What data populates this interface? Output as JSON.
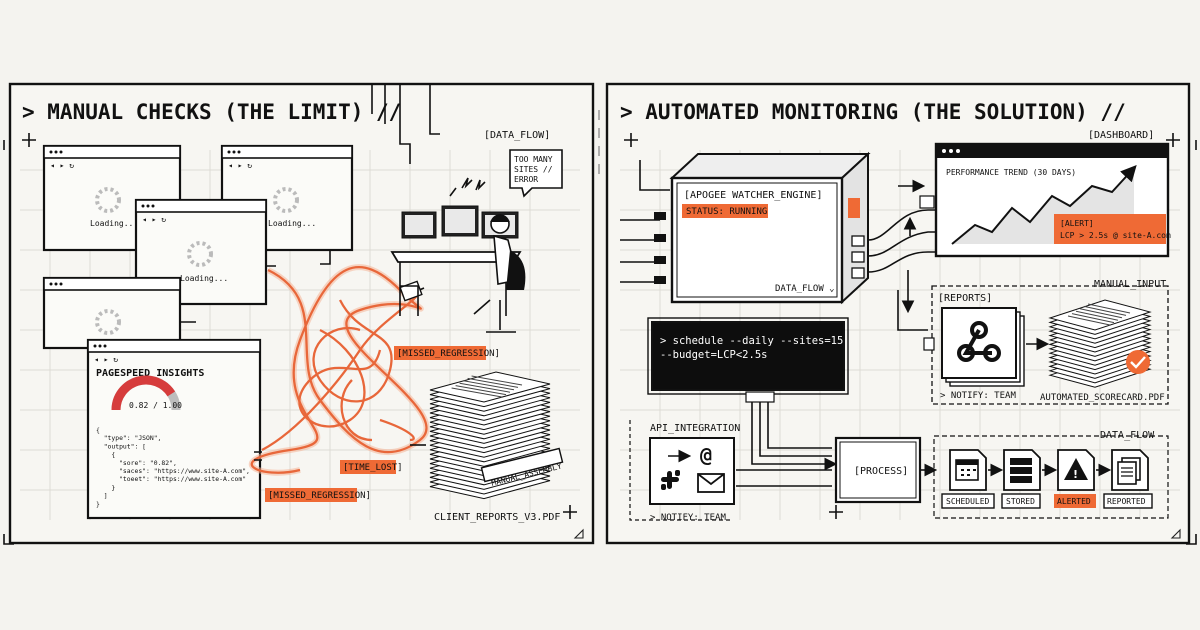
{
  "left_panel": {
    "title": "> MANUAL CHECKS (THE LIMIT) //",
    "data_flow_tag": "[DATA_FLOW]",
    "loading_text": "Loading...",
    "error_bubble": [
      "TOO MANY",
      "SITES //",
      "ERROR"
    ],
    "pagespeed": {
      "title": "PAGESPEED INSIGHTS",
      "gauge": {
        "label": "0.82 / 1.00",
        "value": 0.82
      },
      "json_lines": [
        "{",
        "  \"type\": \"JSON\",",
        "  \"output\": [",
        "    {",
        "      \"sore\": \"0.82\",",
        "      \"saces\": \"https://www.site-A.com\",",
        "      \"toeet\": \"https://www.site-A.com\"",
        "    }",
        "  ]",
        "}"
      ]
    },
    "tags": {
      "missed_regression_1": "[MISSED_REGRESSION]",
      "time_lost": "[TIME_LOST]",
      "missed_regression_2": "[MISSED_REGRESSION]",
      "manual_assembly": "MANUAL_ASSEMBLY"
    },
    "report_file": "CLIENT_REPORTS_V3.PDF"
  },
  "right_panel": {
    "title": "> AUTOMATED MONITORING (THE SOLUTION) //",
    "engine": {
      "title": "[APOGEE WATCHER_ENGINE]",
      "status": "STATUS: RUNNING",
      "flow": "DATA_FLOW ⌄"
    },
    "dashboard": {
      "tag": "[DASHBOARD]",
      "chart_title": "PERFORMANCE TREND (30 DAYS)",
      "alert_title": "[ALERT]",
      "alert_text": "LCP > 2.5s @ site-A.com"
    },
    "terminal": [
      "> schedule --daily --sites=15",
      "  --budget=LCP<2.5s"
    ],
    "manual_input_tag": "MANUAL_INPUT",
    "reports": {
      "tag": "[REPORTS]",
      "notify": "> NOTIFY: TEAM",
      "scorecard": "AUTOMATED_SCORECARD.PDF"
    },
    "api": {
      "title": "API_INTEGRATION",
      "notify": "> NOTIFY: TEAM"
    },
    "process_label": "[PROCESS]",
    "pipeline": {
      "tag": "DATA_FLOW",
      "steps": [
        "SCHEDULED",
        "STORED",
        "ALERTED",
        "REPORTED"
      ]
    }
  },
  "colors": {
    "accent": "#ef6a35",
    "ink": "#111111",
    "paper": "#f4f3ef"
  }
}
